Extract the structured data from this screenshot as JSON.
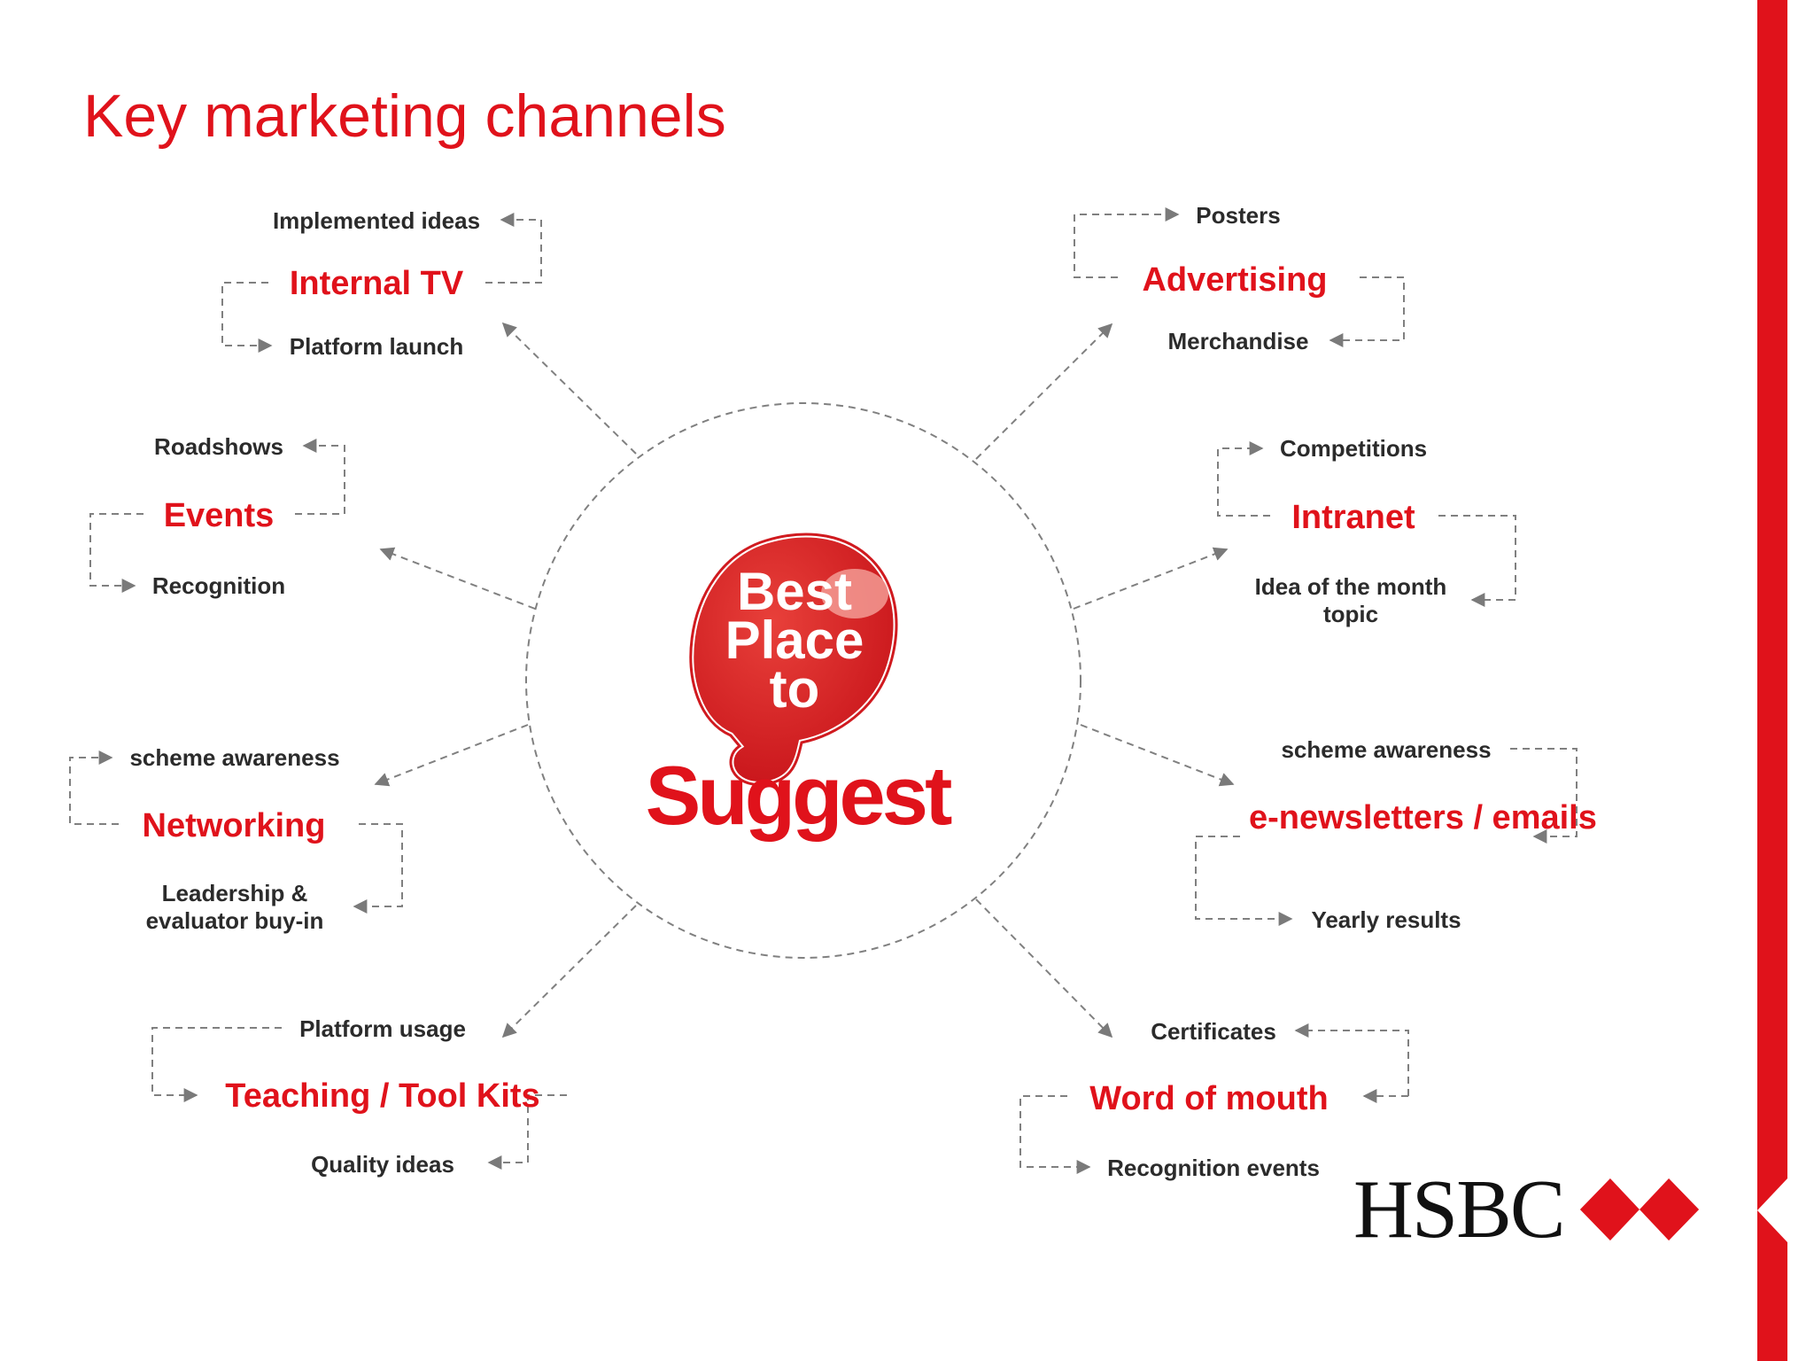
{
  "slide": {
    "title": "Key marketing channels"
  },
  "center_logo": {
    "bubble_text_line1": "Best",
    "bubble_text_line2": "Place",
    "bubble_text_line3": "to",
    "word": "Suggest"
  },
  "channels": {
    "internal_tv": {
      "name": "Internal TV",
      "top": "Implemented ideas",
      "bottom": "Platform launch"
    },
    "events": {
      "name": "Events",
      "top": "Roadshows",
      "bottom": "Recognition"
    },
    "networking": {
      "name": "Networking",
      "top": "scheme awareness",
      "bottom": "Leadership & evaluator buy-in"
    },
    "teaching": {
      "name": "Teaching / Tool Kits",
      "top": "Platform usage",
      "bottom": "Quality ideas"
    },
    "advertising": {
      "name": "Advertising",
      "top": "Posters",
      "bottom": "Merchandise"
    },
    "intranet": {
      "name": "Intranet",
      "top": "Competitions",
      "bottom": "Idea of the month topic"
    },
    "enewsletters": {
      "name": "e-newsletters / emails",
      "top": "scheme awareness",
      "bottom": "Yearly results"
    },
    "word_of_mouth": {
      "name": "Word of mouth",
      "top": "Certificates",
      "bottom": "Recognition events"
    }
  },
  "brand": {
    "company": "HSBC",
    "red": "#e0121b",
    "dark": "#111111",
    "connector_color": "#808080"
  }
}
